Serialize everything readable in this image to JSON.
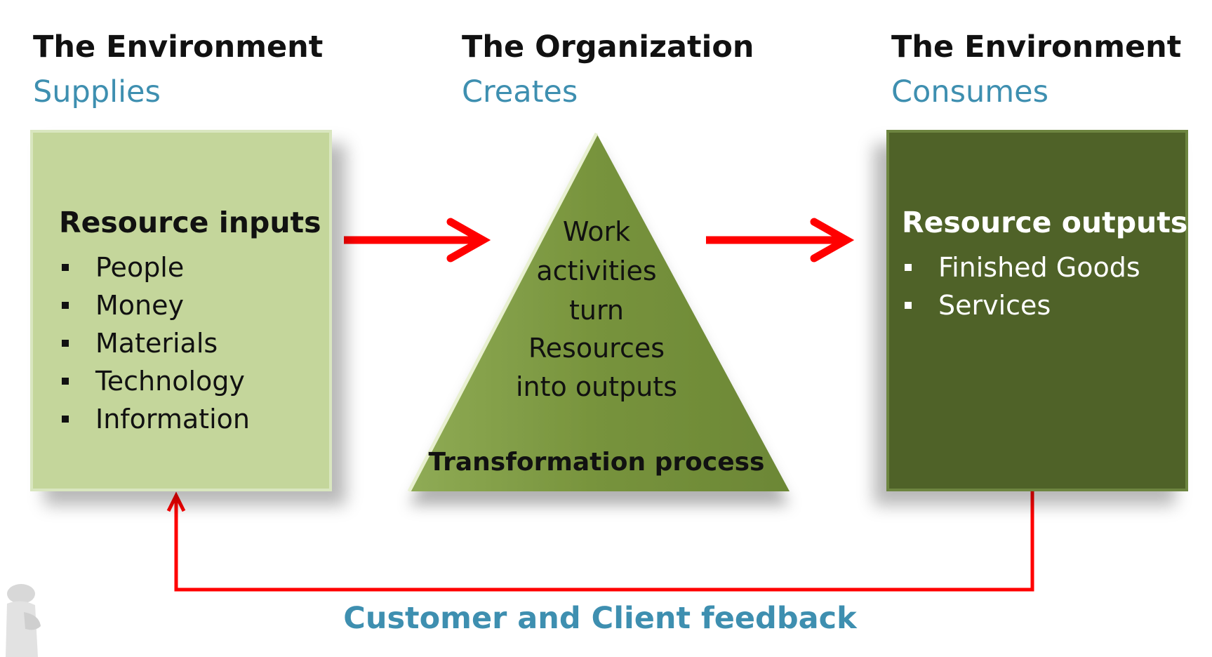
{
  "columns": [
    {
      "heading": "The Environment",
      "subheading": "Supplies"
    },
    {
      "heading": "The Organization",
      "subheading": "Creates"
    },
    {
      "heading": "The Environment",
      "subheading": "Consumes"
    }
  ],
  "inputs": {
    "title": "Resource inputs",
    "items": [
      "People",
      "Money",
      "Materials",
      "Technology",
      "Information"
    ]
  },
  "process": {
    "lines": [
      "Work",
      "activities",
      "turn",
      "Resources",
      "into outputs"
    ],
    "label": "Transformation process"
  },
  "outputs": {
    "title": "Resource outputs",
    "items": [
      "Finished Goods",
      "Services"
    ]
  },
  "feedback": {
    "label": "Customer and Client feedback"
  },
  "colors": {
    "inputs_fill": "#c4d69b",
    "process_fill": "#77933c",
    "outputs_fill": "#4f6228",
    "arrow": "#ff0000",
    "accent_text": "#3e8fb0"
  }
}
